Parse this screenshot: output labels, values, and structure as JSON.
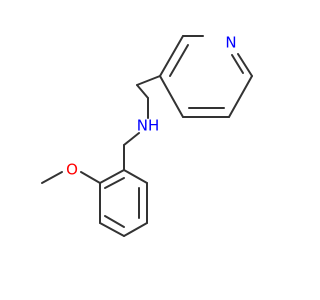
{
  "molecule": {
    "atoms": {
      "pyridine_n": {
        "symbol": "N",
        "color": "#0000ff"
      },
      "amine_nh": {
        "symbol": "NH",
        "color": "#0000ff"
      },
      "ether_o": {
        "symbol": "O",
        "color": "#ff0000"
      }
    },
    "bond_color": "#333333",
    "background": "#ffffff"
  }
}
